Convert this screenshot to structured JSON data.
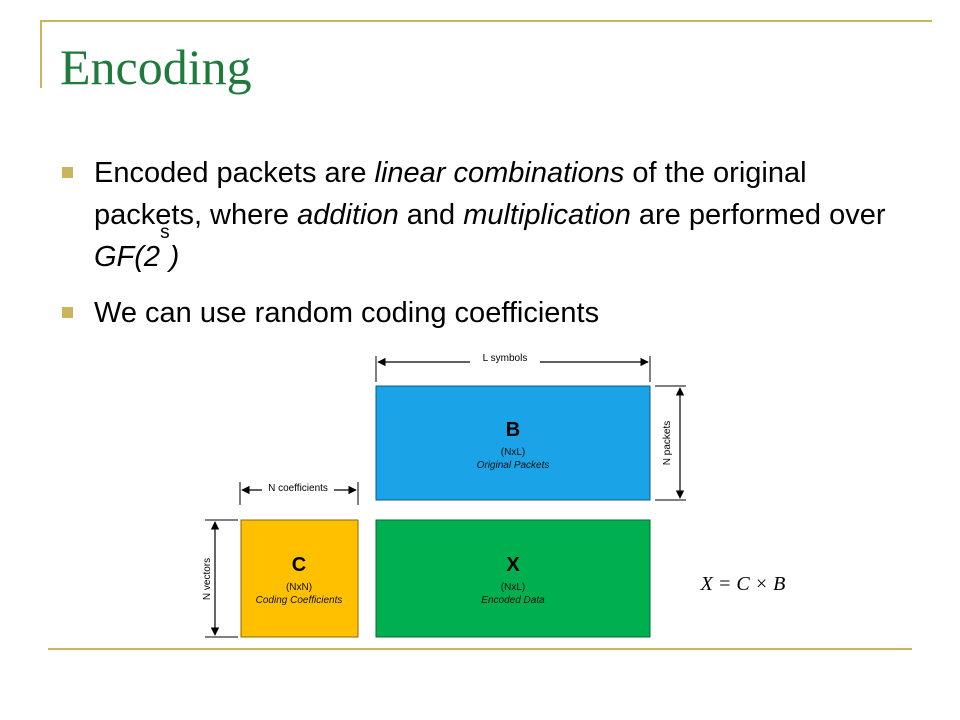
{
  "slide": {
    "title": "Encoding",
    "bullets": [
      {
        "seg1": "Encoded packets are ",
        "em1": "linear combinations",
        "seg2": " of the original packets, where ",
        "em2": "addition",
        "seg3": " and ",
        "em3": "multiplication",
        "seg4": " are performed over ",
        "em4": "GF(2",
        "sup": "s",
        "em5": ")"
      },
      {
        "text": "We can use random coding coefficients"
      }
    ]
  },
  "diagram": {
    "l_symbols": "L symbols",
    "n_packets": "N packets",
    "n_coefficients": "N coefficients",
    "n_vectors": "N vectors",
    "b_box": {
      "letter": "B",
      "dims": "(NxL)",
      "caption": "Original Packets",
      "color": "#1aa3e6"
    },
    "c_box": {
      "letter": "C",
      "dims": "(NxN)",
      "caption": "Coding Coefficients",
      "color": "#ffc000"
    },
    "x_box": {
      "letter": "X",
      "dims": "(NxL)",
      "caption": "Encoded Data",
      "color": "#00b050"
    },
    "equation": "X = C × B"
  },
  "colors": {
    "title": "#1f7a3d",
    "accent_rule": "#c9b55b"
  }
}
